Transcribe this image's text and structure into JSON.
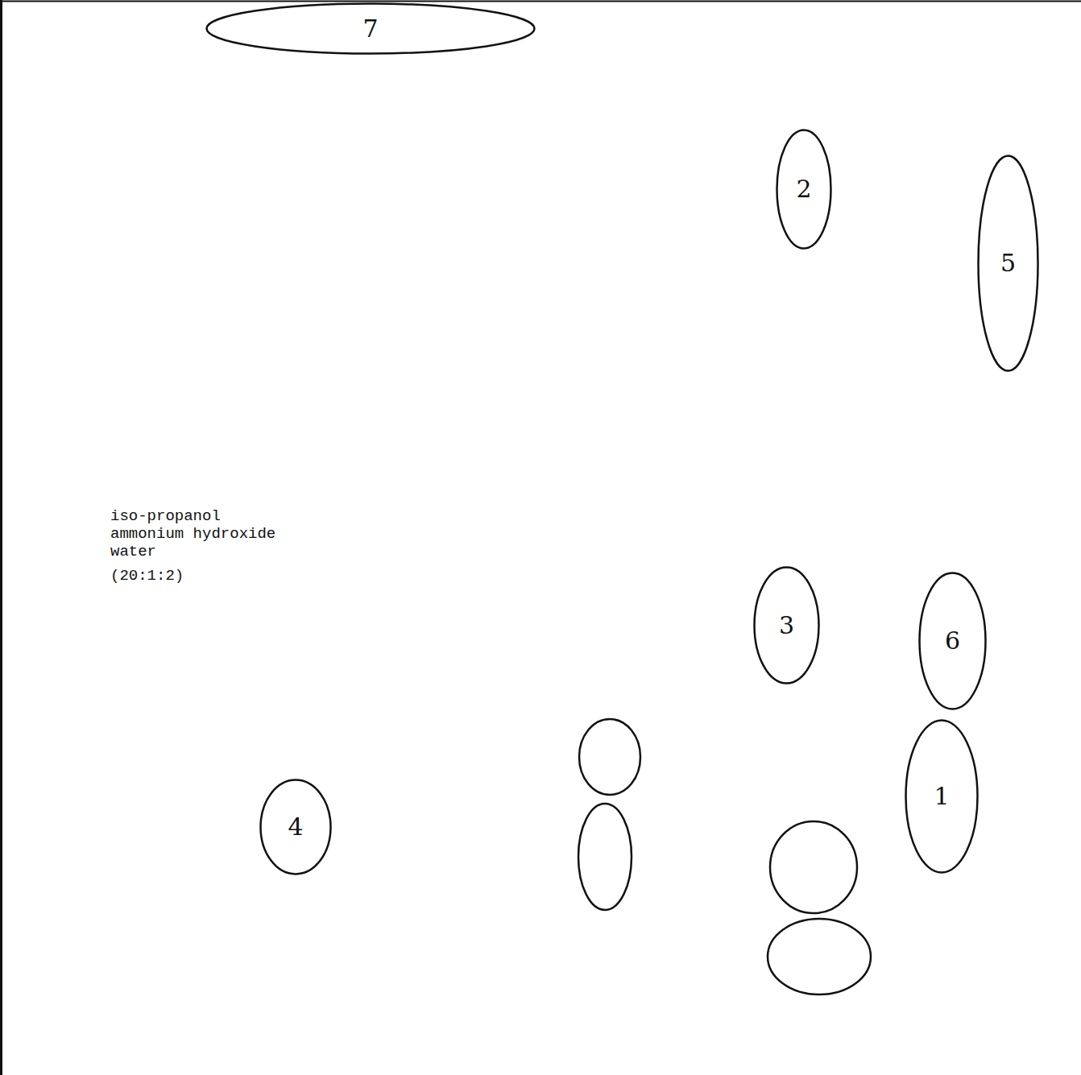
{
  "diagram": {
    "nodes": [
      {
        "text": [
          "7"
        ]
      },
      {
        "text": [
          "2"
        ]
      },
      {
        "text": [
          "5"
        ]
      },
      {
        "text": [
          "3"
        ]
      },
      {
        "text": [
          "6"
        ]
      },
      {
        "text": [
          "1"
        ]
      },
      {
        "text": [
          "4"
        ]
      }
    ],
    "labels": [
      "iso-propanol",
      "ammonium hydroxide",
      "water",
      "(20:1:2)"
    ]
  }
}
